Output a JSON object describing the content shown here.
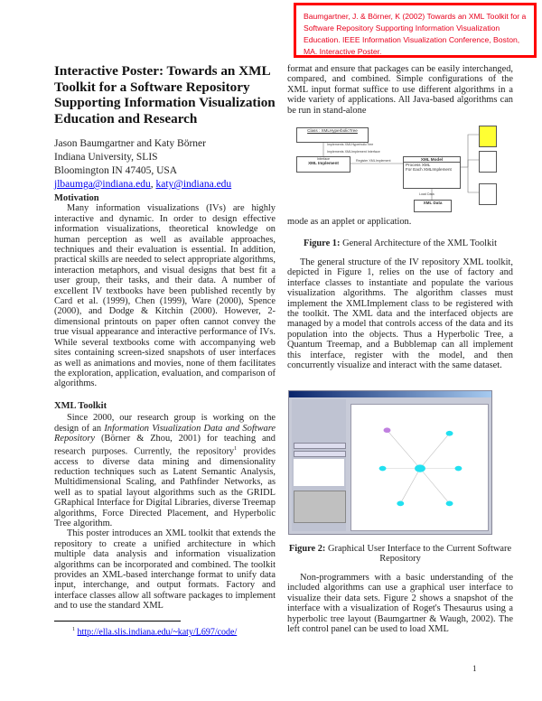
{
  "citation": "Baumgartner, J. & Börner, K (2002) Towards an XML Toolkit for a  Software Repository Supporting Information Visualization  Education. IEEE Information Visualization Conference, Boston,  MA. Interactive Poster.",
  "title": "Interactive Poster: Towards an XML Toolkit for a Software Repository Supporting Information Visualization Education and Research",
  "authors": {
    "names": "Jason Baumgartner and Katy Börner",
    "affiliation": "Indiana University, SLIS",
    "address": "Bloomington IN 47405, USA",
    "email1": "jlbaumga@indiana.edu",
    "separator": ", ",
    "email2": "katy@indiana.edu"
  },
  "motivation": {
    "heading": "Motivation",
    "p1": "Many information visualizations (IVs) are highly interactive and dynamic. In order to design effective information visualizations, theoretical knowledge on human perception as well as available approaches, techniques and their evaluation is essential. In addition, practical skills are needed to select appropriate algorithms, interaction metaphors, and visual designs that best fit a user group, their tasks, and their data. A number of excellent IV textbooks have been published recently by Card et al. (1999), Chen (1999), Ware (2000), Spence (2000), and Dodge & Kitchin (2000). However, 2-dimensional printouts on paper often cannot convey the true visual appearance and interactive performance of IVs. While several textbooks come with accompanying web sites containing screen-sized snapshots of user interfaces as well as animations and movies, none of them facilitates the exploration, application, evaluation, and comparison of algorithms."
  },
  "xml_toolkit": {
    "heading": "XML Toolkit",
    "p1_a": "Since 2000, our research group is working on the design of an ",
    "p1_italic": "Information Visualization Data and Software Repository",
    "p1_b": " (Börner & Zhou, 2001) for teaching and research purposes. Currently, the repository",
    "p1_sup": "1",
    "p1_c": " provides access to diverse data mining and dimensionality reduction techniques such as Latent Semantic Analysis, Multidimensional Scaling, and Pathfinder Networks, as well as to spatial layout algorithms such as the GRIDL GRaphical Interface for Digital Libraries, diverse Treemap algorithms, Force Directed Placement, and Hyperbolic Tree algorithm.",
    "p2": "This poster introduces an XML toolkit that extends the repository to create a unified architecture in which multiple data analysis and information visualization algorithms can be incorporated and combined. The toolkit provides an XML-based interchange format to unify data input, interchange, and output formats. Factory and interface classes allow all software packages to implement and to use the standard XML"
  },
  "footnote": {
    "mark": "1",
    "url": "http://ella.slis.indiana.edu/~katy/L697/code/"
  },
  "right": {
    "p_cont": "format and ensure that packages can be easily interchanged, compared, and combined. Simple configurations of the XML input format suffice to use different algorithms in a wide variety of applications. All Java-based algorithms can be run in stand-alone",
    "p_cont2": "mode as an applet or application.",
    "fig1_label": "Figure 1:",
    "fig1_caption": " General Architecture of the XML Toolkit",
    "p3": "The general structure of the IV repository XML toolkit, depicted in Figure 1, relies on the use of factory and interface classes to instantiate and populate the various visualization algorithms. The algorithm classes must implement the XMLImplement class to be registered with the toolkit. The XML data and the interfaced objects are managed by a model that controls access of the data and its population into the objects. Thus a Hyperbolic Tree, a Quantum Treemap, and a Bubblemap can all implement this interface, register with the model, and then concurrently visualize and interact with the same dataset.",
    "fig2_label": "Figure 2:",
    "fig2_caption": " Graphical User Interface to the Current Software Repository",
    "p4": "Non-programmers with a basic understanding of the included algorithms can use a graphical user interface to visualize their data sets. Figure 2 shows a snapshot of the interface with a visualization of Roget's Thesaurus using a hyperbolic tree layout (Baumgartner & Waugh, 2002). The left control panel can be used to load XML"
  },
  "diagram": {
    "class_box": "Class : XMLHyperbolicTree",
    "edge1": "Implements XMLHyperbolicTree",
    "edge2": "Implements XMLImplement Interface",
    "implement_stereo": "Interface",
    "implement": "XML Implement",
    "register": "Register XMLImplement",
    "model": "XML Model",
    "model_op1": "Process XML",
    "model_op2": "For Each XMLImplement",
    "load": "Load Data",
    "data": "XML Data",
    "highlight_color": "#ffff33"
  },
  "page_number": "1"
}
